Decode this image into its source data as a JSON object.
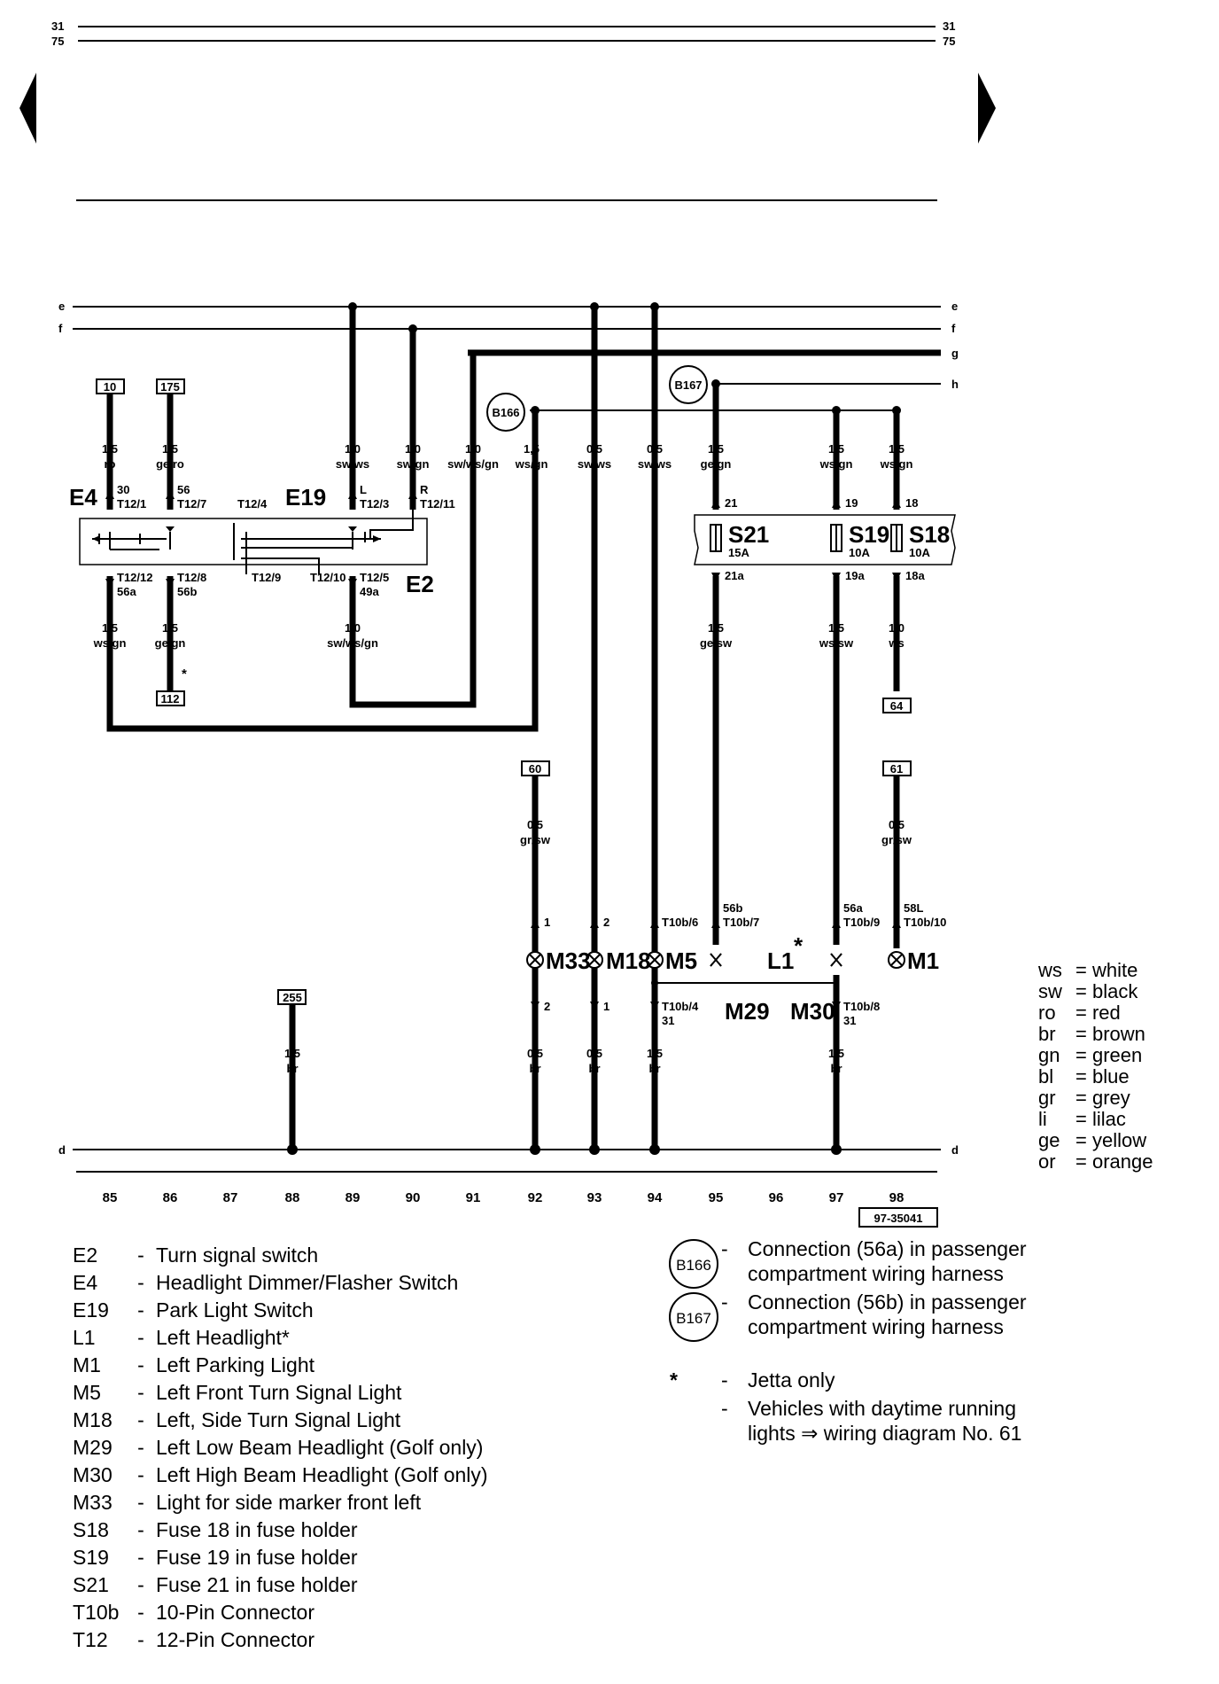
{
  "header": {
    "page_top": "31",
    "page_bottom": "75"
  },
  "buses": {
    "e": "e",
    "f": "f",
    "g": "g",
    "h": "h",
    "d": "d"
  },
  "connections": {
    "b166": "B166",
    "b167": "B167"
  },
  "refs": {
    "r10": "10",
    "r175": "175",
    "r112": "112",
    "r64": "64",
    "r60": "60",
    "r61": "61",
    "r255": "255"
  },
  "wires": {
    "w85": {
      "size": "1,5",
      "colour": "ro"
    },
    "w86": {
      "size": "1,5",
      "colour": "ge/ro"
    },
    "w89": {
      "size": "1,0",
      "colour": "sw/ws"
    },
    "w90": {
      "size": "1,0",
      "colour": "sw/gn"
    },
    "w91": {
      "size": "1,0",
      "colour": "sw/ws/gn"
    },
    "w92": {
      "size": "1,5",
      "colour": "ws/gn"
    },
    "w93": {
      "size": "0,5",
      "colour": "sw/ws"
    },
    "w94": {
      "size": "0,5",
      "colour": "sw/ws"
    },
    "w95": {
      "size": "1,5",
      "colour": "ge/gn"
    },
    "w97": {
      "size": "1,5",
      "colour": "ws/gn"
    },
    "w98": {
      "size": "1,5",
      "colour": "ws/gn"
    },
    "w85b": {
      "size": "1,5",
      "colour": "ws/gn"
    },
    "w86b": {
      "size": "1,5",
      "colour": "ge/gn"
    },
    "w89b": {
      "size": "1,0",
      "colour": "sw/ws/gn"
    },
    "w95b": {
      "size": "1,5",
      "colour": "ge/sw"
    },
    "w97b": {
      "size": "1,5",
      "colour": "ws/sw"
    },
    "w98b": {
      "size": "1,0",
      "colour": "ws"
    },
    "w92c": {
      "size": "0,5",
      "colour": "gr/sw"
    },
    "w98c": {
      "size": "0,5",
      "colour": "gr/sw"
    },
    "w88d": {
      "size": "1,5",
      "colour": "br"
    },
    "w92d": {
      "size": "0,5",
      "colour": "br"
    },
    "w93d": {
      "size": "0,5",
      "colour": "br"
    },
    "w94d": {
      "size": "1,5",
      "colour": "br"
    },
    "w97d": {
      "size": "1,5",
      "colour": "br"
    }
  },
  "pins": {
    "t12_1": {
      "num": "30",
      "name": "T12/1"
    },
    "t12_7": {
      "num": "56",
      "name": "T12/7"
    },
    "t12_4": "T12/4",
    "t12_3": {
      "num": "L",
      "name": "T12/3"
    },
    "t12_11": {
      "num": "R",
      "name": "T12/11"
    },
    "t12_12": {
      "name": "T12/12",
      "num": "56a"
    },
    "t12_8": {
      "name": "T12/8",
      "num": "56b"
    },
    "t12_9": "T12/9",
    "t12_10": "T12/10",
    "t12_5": {
      "name": "T12/5",
      "num": "49a"
    },
    "f21_in": "21",
    "f19_in": "19",
    "f18_in": "18",
    "f21_out": "21a",
    "f19_out": "19a",
    "f18_out": "18a",
    "m33_top": "1",
    "m18_top": "2",
    "m5_top": "T10b/6",
    "l1_56b": {
      "num": "56b",
      "name": "T10b/7"
    },
    "l1_56a": {
      "num": "56a",
      "name": "T10b/9"
    },
    "m1_58l": {
      "num": "58L",
      "name": "T10b/10"
    },
    "m33_bot": "2",
    "m18_bot": "1",
    "m5_bot": {
      "name": "T10b/4",
      "num": "31"
    },
    "l1_bot": {
      "name": "T10b/8",
      "num": "31"
    }
  },
  "components": {
    "e4": "E4",
    "e19": "E19",
    "e2": "E2",
    "s21": "S21",
    "s21_rating": "15A",
    "s19": "S19",
    "s19_rating": "10A",
    "s18": "S18",
    "s18_rating": "10A",
    "m33": "M33",
    "m18": "M18",
    "m5": "M5",
    "l1": "L1",
    "l1_star": "*",
    "m1": "M1",
    "m29": "M29",
    "m30": "M30"
  },
  "tracks": [
    "85",
    "86",
    "87",
    "88",
    "89",
    "90",
    "91",
    "92",
    "93",
    "94",
    "95",
    "96",
    "97",
    "98"
  ],
  "figure_id": "97-35041",
  "legend": [
    {
      "code": "E2",
      "desc": "Turn signal switch"
    },
    {
      "code": "E4",
      "desc": "Headlight Dimmer/Flasher Switch"
    },
    {
      "code": "E19",
      "desc": "Park Light Switch"
    },
    {
      "code": "L1",
      "desc": "Left Headlight*"
    },
    {
      "code": "M1",
      "desc": "Left Parking Light"
    },
    {
      "code": "M5",
      "desc": "Left Front Turn Signal Light"
    },
    {
      "code": "M18",
      "desc": "Left, Side Turn Signal Light"
    },
    {
      "code": "M29",
      "desc": "Left Low Beam Headlight (Golf only)"
    },
    {
      "code": "M30",
      "desc": "Left High Beam Headlight (Golf only)"
    },
    {
      "code": "M33",
      "desc": "Light for side marker front left"
    },
    {
      "code": "S18",
      "desc": "Fuse 18 in fuse holder"
    },
    {
      "code": "S19",
      "desc": "Fuse 19 in fuse holder"
    },
    {
      "code": "S21",
      "desc": "Fuse 21 in fuse holder"
    },
    {
      "code": "T10b",
      "desc": "10-Pin Connector"
    },
    {
      "code": "T12",
      "desc": "12-Pin Connector"
    }
  ],
  "notes": [
    {
      "symbol": "B166",
      "text": "Connection (56a) in passenger compartment wiring harness"
    },
    {
      "symbol": "B167",
      "text": "Connection (56b) in passenger compartment wiring harness"
    },
    {
      "symbol": "*",
      "text": "Jetta only"
    },
    {
      "symbol": "",
      "text": "Vehicles with daytime running lights ⇒ wiring diagram No. 61"
    }
  ],
  "colour_key": [
    {
      "abbr": "ws",
      "name": "white"
    },
    {
      "abbr": "sw",
      "name": "black"
    },
    {
      "abbr": "ro",
      "name": "red"
    },
    {
      "abbr": "br",
      "name": "brown"
    },
    {
      "abbr": "gn",
      "name": "green"
    },
    {
      "abbr": "bl",
      "name": "blue"
    },
    {
      "abbr": "gr",
      "name": "grey"
    },
    {
      "abbr": "li",
      "name": "lilac"
    },
    {
      "abbr": "ge",
      "name": "yellow"
    },
    {
      "abbr": "or",
      "name": "orange"
    }
  ]
}
